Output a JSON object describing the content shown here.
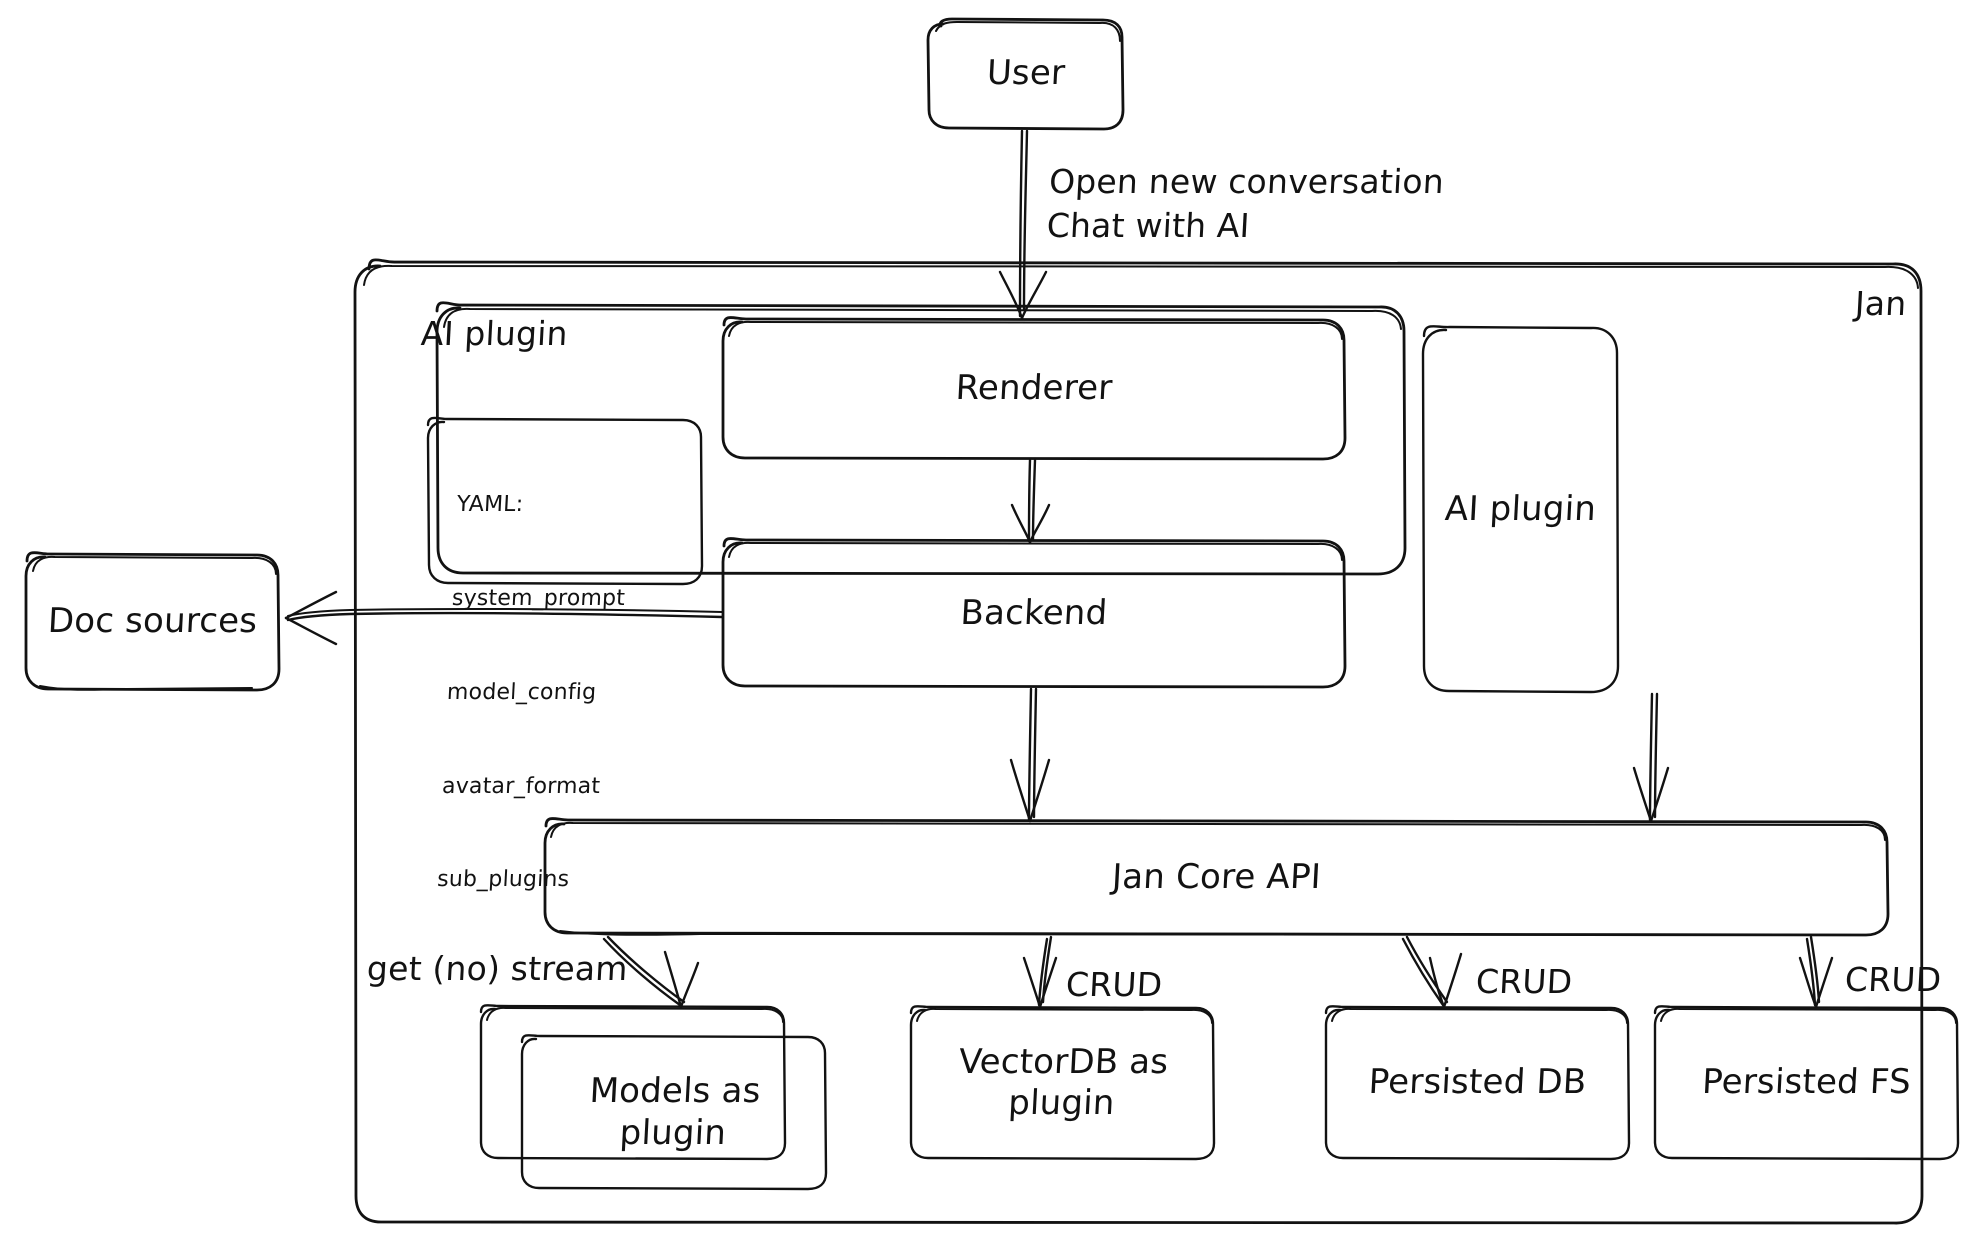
{
  "diagram": {
    "title": "Jan architecture diagram",
    "style": "hand-drawn",
    "background": "#ffffff",
    "stroke_color": "#121212"
  },
  "containers": {
    "jan": {
      "label": "Jan"
    },
    "ai_plugin_group": {
      "label": "AI plugin"
    }
  },
  "nodes": {
    "user": {
      "label": "User"
    },
    "renderer": {
      "label": "Renderer"
    },
    "backend": {
      "label": "Backend"
    },
    "ai_plugin_box": {
      "label": "AI plugin"
    },
    "jan_core_api": {
      "label": "Jan Core API"
    },
    "doc_sources": {
      "label": "Doc sources"
    },
    "models_as_plugin": {
      "label": "Models as\nplugin"
    },
    "vectordb_as_plugin": {
      "label": "VectorDB as\nplugin"
    },
    "persisted_db": {
      "label": "Persisted DB"
    },
    "persisted_fs": {
      "label": "Persisted FS"
    }
  },
  "yaml_card": {
    "header": "YAML:",
    "keys": [
      "system_prompt",
      "model_config",
      "avatar_format",
      "sub_plugins"
    ]
  },
  "edge_labels": {
    "user_to_renderer": "Open new conversation\nChat with AI",
    "api_to_models": "get (no) stream",
    "api_to_vectordb": "CRUD",
    "api_to_db": "CRUD",
    "api_to_fs": "CRUD"
  },
  "edges": [
    {
      "from": "user",
      "to": "renderer",
      "label": "Open new conversation / Chat with AI"
    },
    {
      "from": "renderer",
      "to": "backend",
      "label": ""
    },
    {
      "from": "backend",
      "to": "doc_sources",
      "label": ""
    },
    {
      "from": "backend",
      "to": "jan_core_api",
      "label": ""
    },
    {
      "from": "ai_plugin_box",
      "to": "jan_core_api",
      "label": ""
    },
    {
      "from": "jan_core_api",
      "to": "models_as_plugin",
      "label": "get (no) stream"
    },
    {
      "from": "jan_core_api",
      "to": "vectordb_as_plugin",
      "label": "CRUD"
    },
    {
      "from": "jan_core_api",
      "to": "persisted_db",
      "label": "CRUD"
    },
    {
      "from": "jan_core_api",
      "to": "persisted_fs",
      "label": "CRUD"
    }
  ]
}
